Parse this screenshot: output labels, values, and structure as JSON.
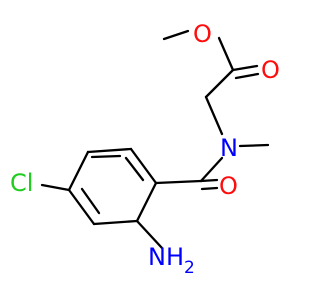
{
  "molecule": {
    "atoms": {
      "ester_o1": {
        "label": "O",
        "color": "#ff0d0d"
      },
      "ester_o2": {
        "label": "O",
        "color": "#ff0d0d"
      },
      "amide_n": {
        "label": "N",
        "color": "#0000ff"
      },
      "amide_o": {
        "label": "O",
        "color": "#ff0d0d"
      },
      "chloro": {
        "label": "Cl",
        "color": "#1fcc1f"
      },
      "amino": {
        "label": "NH",
        "subscript": "2",
        "color": "#0000ff"
      }
    },
    "colors": {
      "bond": "#000000",
      "oxygen": "#ff0d0d",
      "nitrogen": "#0000ff",
      "chlorine": "#1fcc1f"
    }
  }
}
